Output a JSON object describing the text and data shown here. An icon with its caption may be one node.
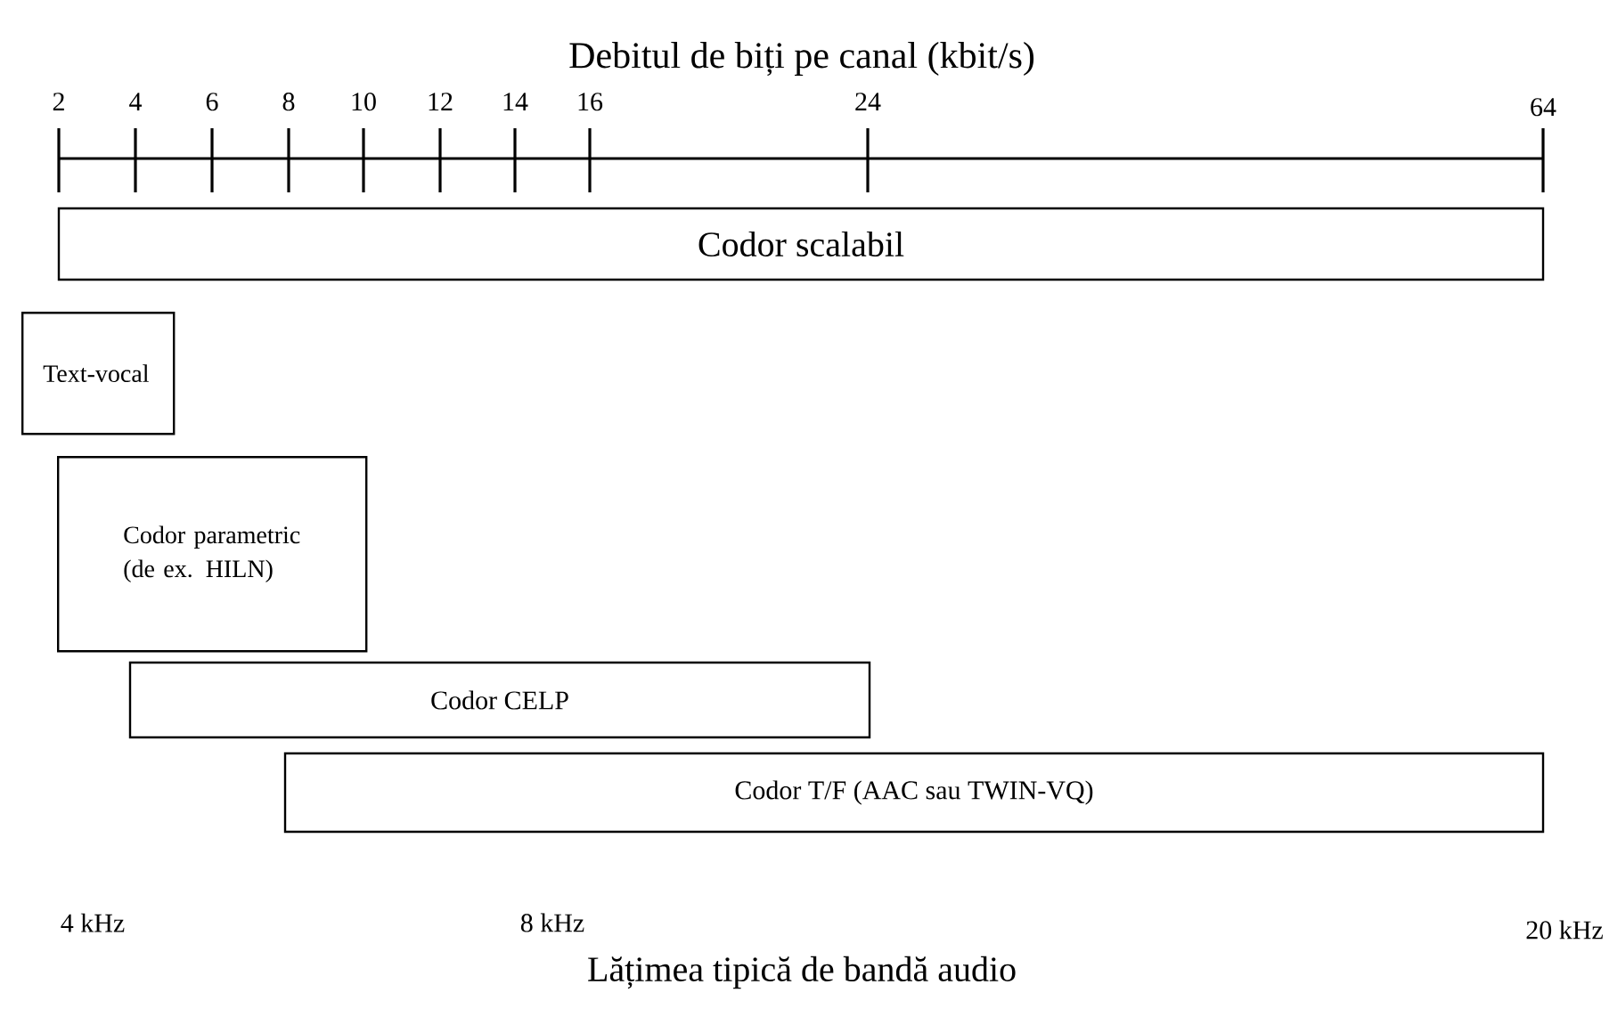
{
  "diagram": {
    "title": "Debitul de biți pe canal (kbit/s)",
    "caption": "Lățimea tipică de bandă audio",
    "nodes": [
      {
        "text": [
          "Codor scalabil"
        ]
      },
      {
        "text": [
          "Text-vocal"
        ]
      },
      {
        "text": [
          "Codor parametric (de ex. HILN)"
        ]
      },
      {
        "text": [
          "Codor CELP"
        ]
      },
      {
        "text": [
          "Codor T/F (AAC sau TWIN-VQ)"
        ]
      }
    ],
    "labels": [
      "2",
      "4",
      "6",
      "8",
      "10",
      "12",
      "14",
      "16",
      "24",
      "64",
      "4 kHz",
      "8 kHz",
      "20 kHz"
    ]
  }
}
